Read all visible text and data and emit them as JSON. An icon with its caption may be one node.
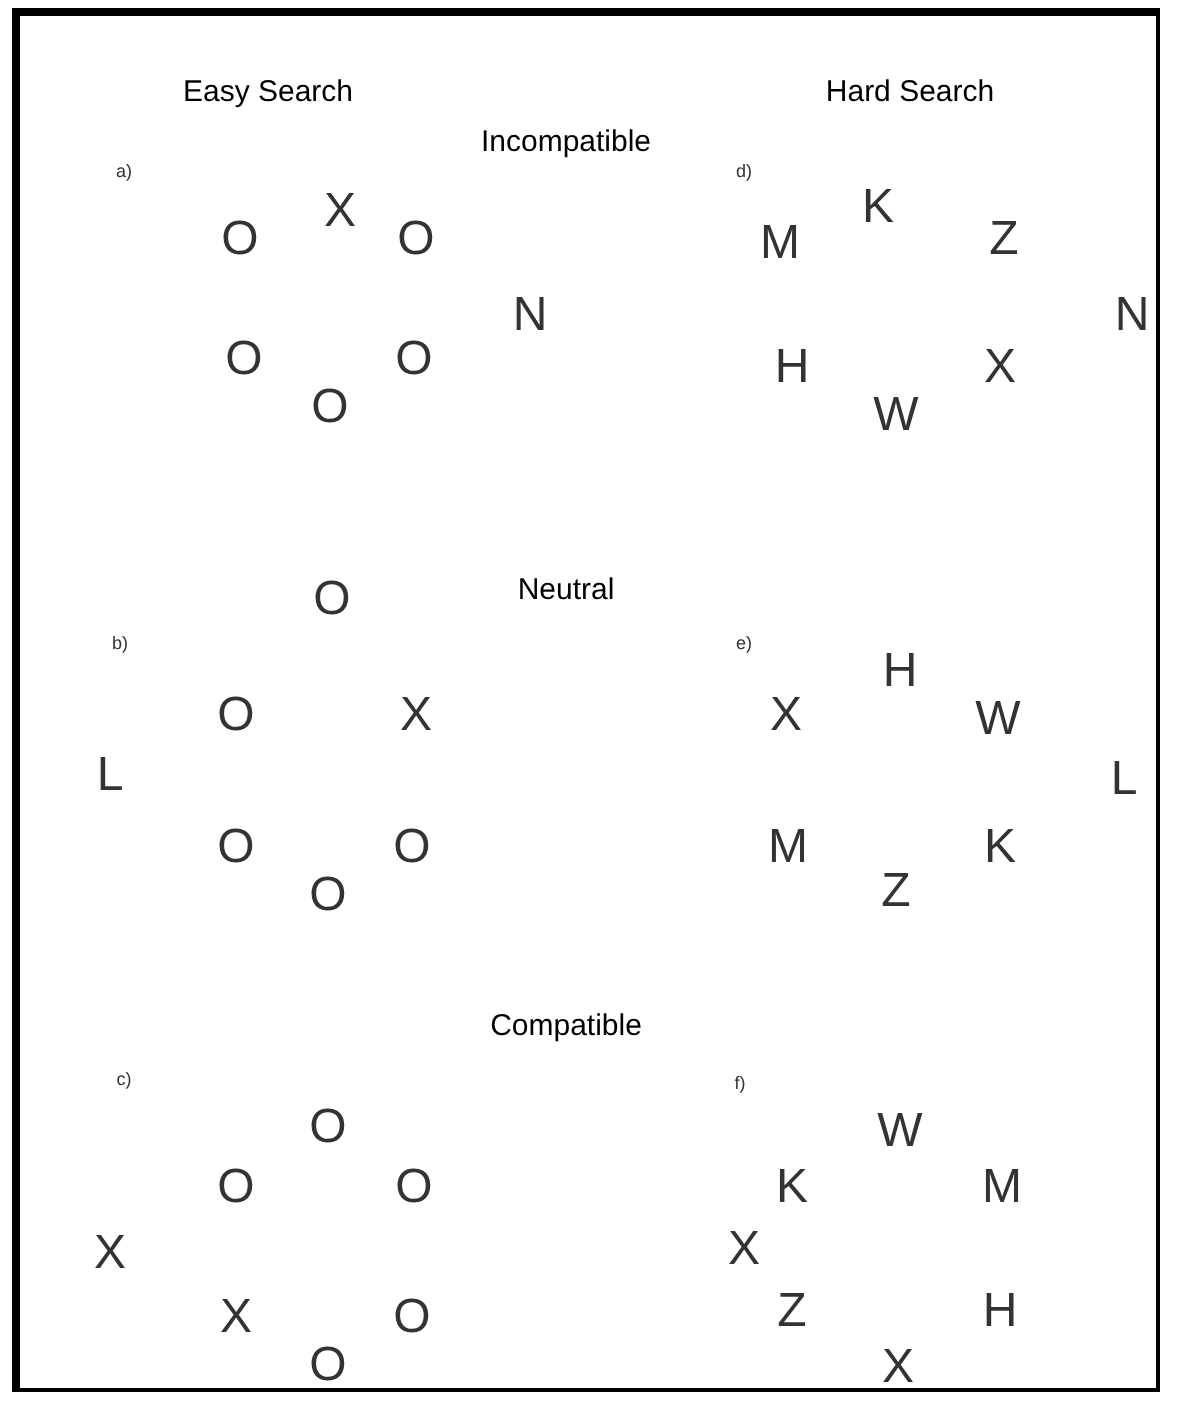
{
  "diagram": {
    "labels": [
      "Easy Search",
      "Hard Search",
      "Incompatible",
      "a)",
      "O",
      "X",
      "O",
      "N",
      "O",
      "O",
      "O",
      "d)",
      "M",
      "K",
      "Z",
      "N",
      "H",
      "W",
      "X",
      "Neutral",
      "b)",
      "O",
      "O",
      "X",
      "L",
      "O",
      "O",
      "O",
      "e)",
      "H",
      "X",
      "W",
      "L",
      "M",
      "K",
      "Z",
      "Compatible",
      "c)",
      "O",
      "O",
      "O",
      "X",
      "X",
      "O",
      "O",
      "f)",
      "W",
      "K",
      "M",
      "X",
      "Z",
      "H",
      "X"
    ]
  }
}
